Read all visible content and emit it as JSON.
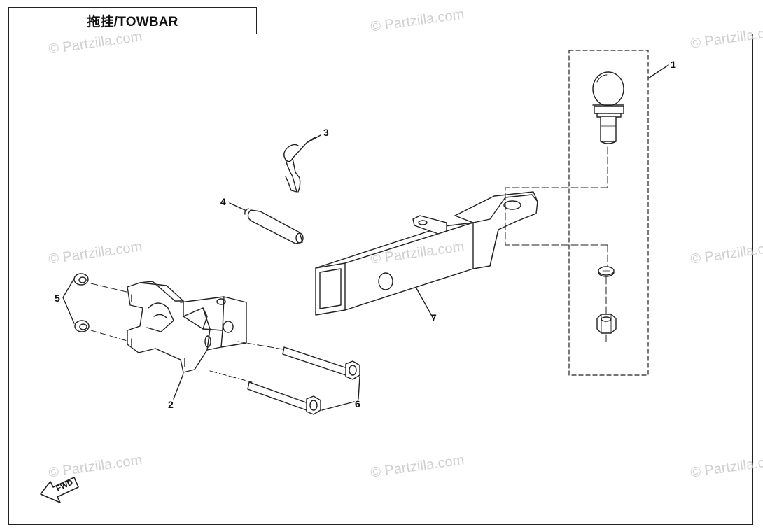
{
  "title": "拖挂/TOWBAR",
  "watermark": "© Partzilla.com",
  "fwd_label": "FWD",
  "callouts": [
    "1",
    "2",
    "3",
    "4",
    "5",
    "6",
    "7"
  ],
  "parts": [
    {
      "callout": "1",
      "name": "hitch-ball-kit"
    },
    {
      "callout": "2",
      "name": "mounting-bracket"
    },
    {
      "callout": "3",
      "name": "hitch-pin-clip"
    },
    {
      "callout": "4",
      "name": "hitch-pin"
    },
    {
      "callout": "5",
      "name": "flange-nut"
    },
    {
      "callout": "6",
      "name": "bolt"
    },
    {
      "callout": "7",
      "name": "tow-bar-receiver"
    }
  ],
  "colors": {
    "line": "#222222",
    "watermark": "#c8c8c8"
  }
}
